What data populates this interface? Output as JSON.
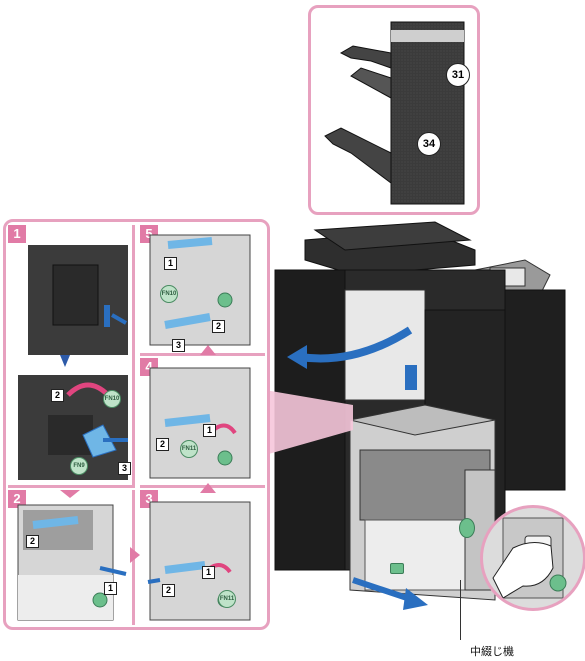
{
  "callouts": {
    "upper_tray": "31",
    "lower_tray": "34"
  },
  "steps": [
    {
      "number": "1",
      "tags": [
        "2",
        "3"
      ],
      "badges": [
        "FN10",
        "FN9"
      ]
    },
    {
      "number": "2",
      "tags": [
        "2",
        "1"
      ],
      "badges": []
    },
    {
      "number": "3",
      "tags": [
        "1",
        "2"
      ],
      "badges": [
        "FN11"
      ]
    },
    {
      "number": "4",
      "tags": [
        "2",
        "1"
      ],
      "badges": [
        "FN11"
      ]
    },
    {
      "number": "5",
      "tags": [
        "1",
        "2",
        "3"
      ],
      "badges": [
        "FN10"
      ]
    }
  ],
  "caption": "中綴じ機",
  "colors": {
    "frame": "#e7a1bf",
    "step_badge": "#e17ba6",
    "arrow_blue": "#2a6fc0",
    "arrow_pink": "#e0457f",
    "device_dark": "#2a2a2a",
    "device_gray": "#b9b9b9",
    "green": "#6cbf8c"
  }
}
